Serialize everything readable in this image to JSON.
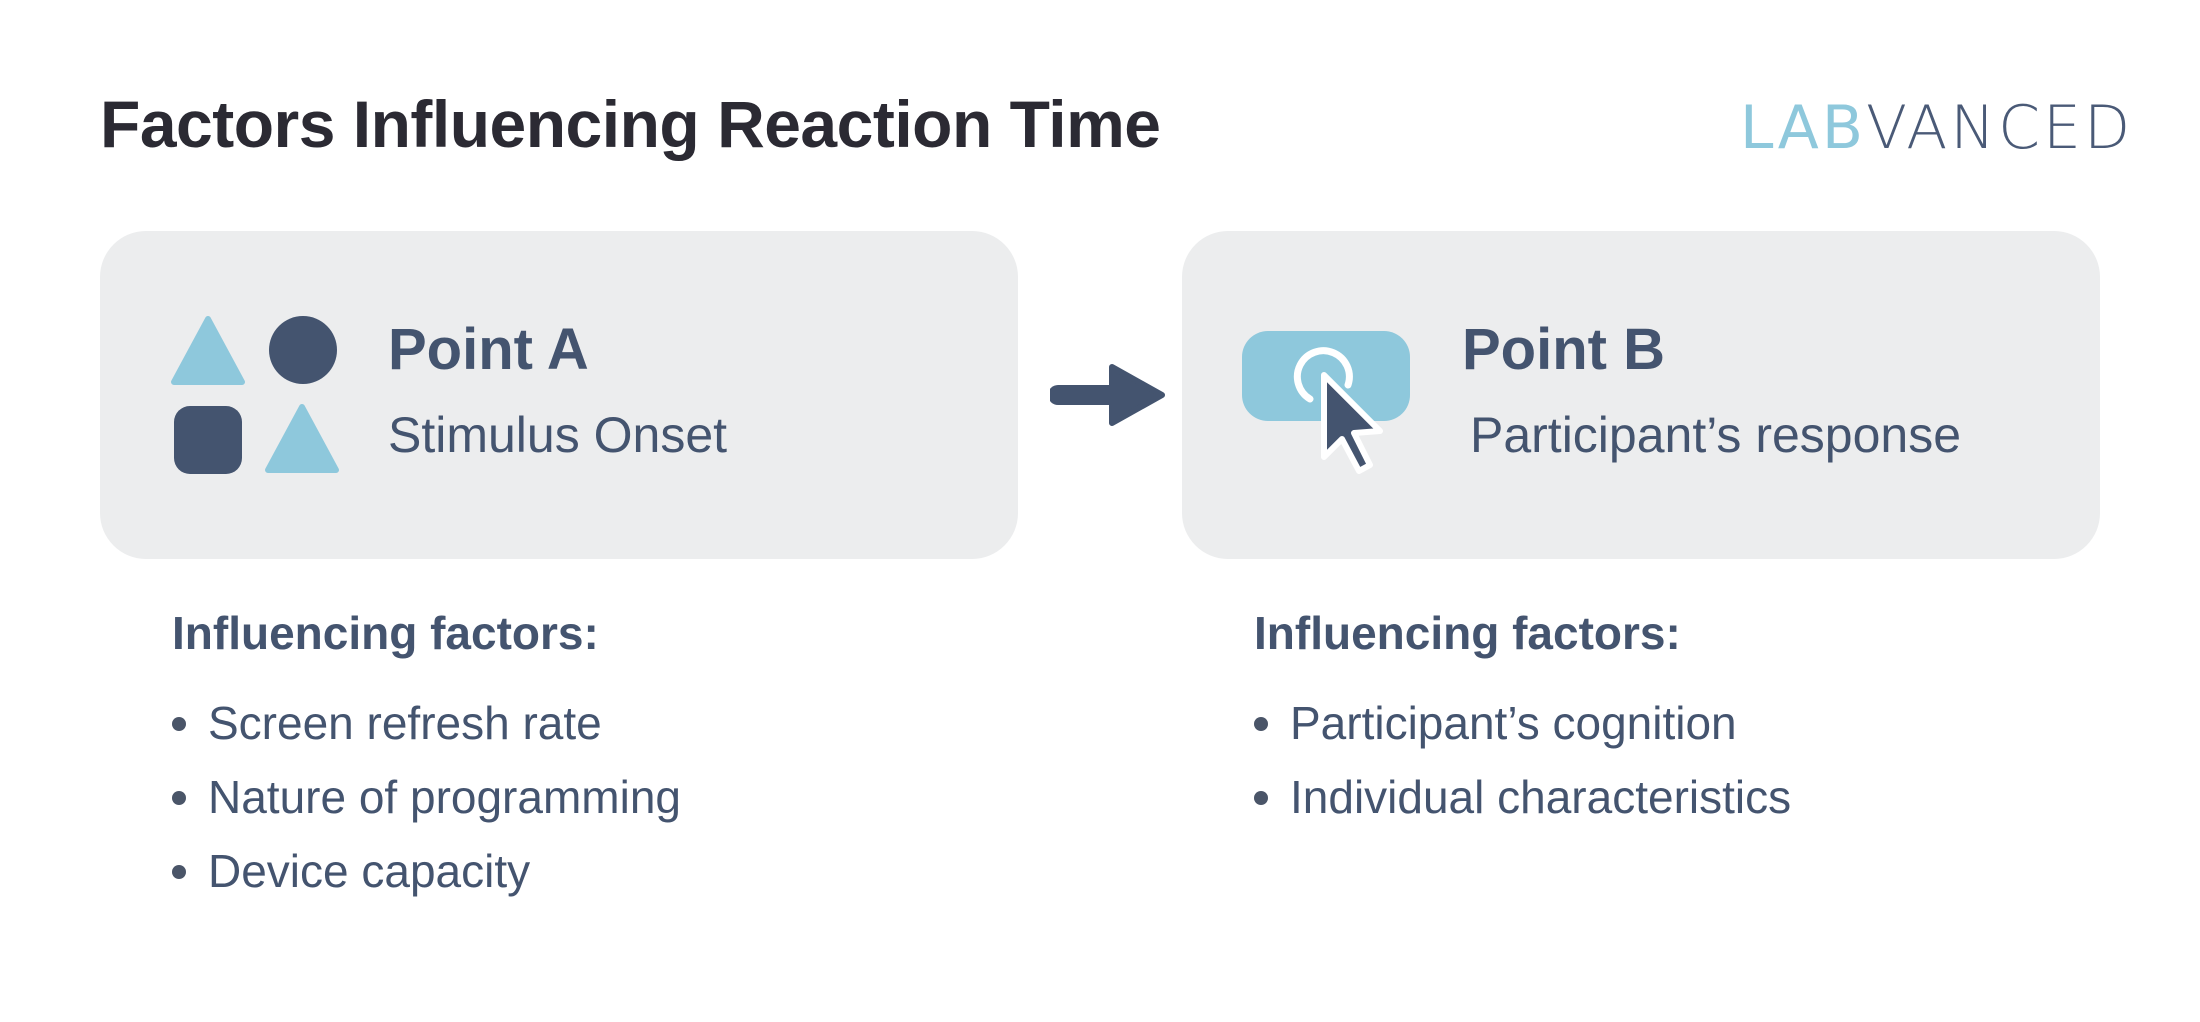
{
  "header": {
    "title": "Factors Influencing Reaction Time",
    "logo_left": "LAB",
    "logo_right": "VANCED"
  },
  "colors": {
    "dark": "#44546f",
    "light_blue": "#8ec8dc",
    "card_bg": "#ecedee",
    "title": "#2b2a33"
  },
  "point_a": {
    "title": "Point A",
    "subtitle": "Stimulus Onset",
    "icon": "shapes-icon",
    "factors_heading": "Influencing factors:",
    "factors": [
      "Screen refresh rate",
      "Nature of programming",
      "Device capacity"
    ]
  },
  "point_b": {
    "title": "Point B",
    "subtitle": "Participant’s response",
    "icon": "click-button-icon",
    "factors_heading": "Influencing factors:",
    "factors": [
      "Participant’s cognition",
      "Individual characteristics"
    ]
  },
  "connector": {
    "icon": "arrow-right-icon"
  }
}
